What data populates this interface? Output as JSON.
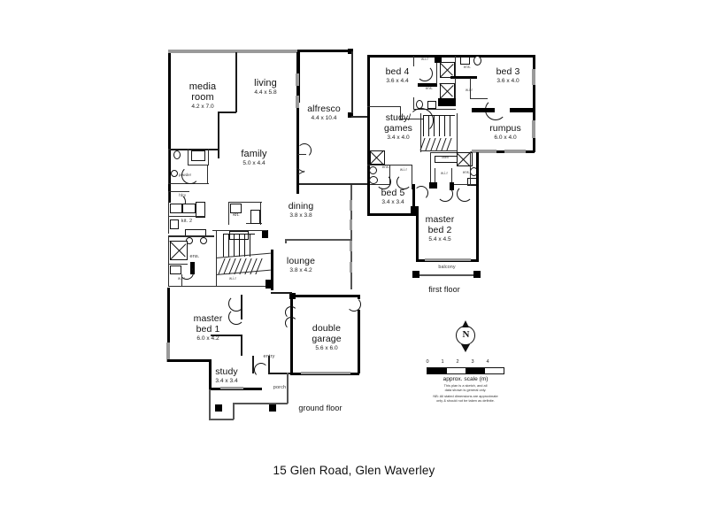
{
  "title": "15 Glen Road, Glen Waverley",
  "floors": [
    {
      "id": "ground",
      "label": "ground floor"
    },
    {
      "id": "first",
      "label": "first floor"
    }
  ],
  "ground_floor": {
    "label": "ground floor",
    "rooms": [
      {
        "name": "media\nroom",
        "name_line1": "media",
        "name_line2": "room",
        "dim": "4.2 x 7.0"
      },
      {
        "name": "living",
        "dim": "4.4 x 5.8"
      },
      {
        "name": "alfresco",
        "dim": "4.4 x 10.4"
      },
      {
        "name": "family",
        "dim": "5.0 x 4.4"
      },
      {
        "name": "dining",
        "dim": "3.8 x 3.8"
      },
      {
        "name": "lounge",
        "dim": "3.8 x 4.2"
      },
      {
        "name": "master\nbed 1",
        "name_line1": "master",
        "name_line2": "bed 1",
        "dim": "6.0 x 4.2"
      },
      {
        "name": "study",
        "dim": "3.4 x 3.4"
      },
      {
        "name": "double\ngarage",
        "name_line1": "double",
        "name_line2": "garage",
        "dim": "5.6 x 6.0"
      }
    ],
    "minor": [
      {
        "name": "kit."
      },
      {
        "name": "kit. 2"
      },
      {
        "name": "powder"
      },
      {
        "name": "l'dry"
      },
      {
        "name": "ens."
      },
      {
        "name": "w.i.r"
      },
      {
        "name": "w.i.r"
      },
      {
        "name": "w.i.r"
      },
      {
        "name": "entry"
      },
      {
        "name": "porch"
      }
    ]
  },
  "first_floor": {
    "label": "first floor",
    "rooms": [
      {
        "name": "bed 4",
        "dim": "3.6 x 4.4"
      },
      {
        "name": "bed 3",
        "dim": "3.6 x 4.0"
      },
      {
        "name": "study/\ngames",
        "name_line1": "study/",
        "name_line2": "games",
        "dim": "3.4 x 4.0"
      },
      {
        "name": "rumpus",
        "dim": "6.0 x 4.0"
      },
      {
        "name": "bed 5",
        "dim": "3.4 x 3.4"
      },
      {
        "name": "master\nbed 2",
        "name_line1": "master",
        "name_line2": "bed 2",
        "dim": "5.4 x 4.5"
      }
    ],
    "minor": [
      {
        "name": "ens."
      },
      {
        "name": "ens."
      },
      {
        "name": "ens."
      },
      {
        "name": "ens."
      },
      {
        "name": "ens."
      },
      {
        "name": "w.i.r"
      },
      {
        "name": "w.i.r"
      },
      {
        "name": "w.i.r"
      },
      {
        "name": "w.i.r"
      },
      {
        "name": "linen"
      },
      {
        "name": "balcony"
      }
    ]
  },
  "scale": {
    "compass_letter": "N",
    "ticks": [
      "0",
      "1",
      "2",
      "3",
      "4"
    ],
    "caption": "approx. scale (m)",
    "disclaimer_line1": "This plan is a sketch, and all",
    "disclaimer_line2": "data shown is general only.",
    "disclaimer_line3": "NB: All stated dimensions are approximate",
    "disclaimer_line4": "only & should not be taken as definite."
  },
  "colors": {
    "wall": "#000000",
    "window": "#9a9a9a",
    "background": "#ffffff",
    "text": "#111111"
  }
}
